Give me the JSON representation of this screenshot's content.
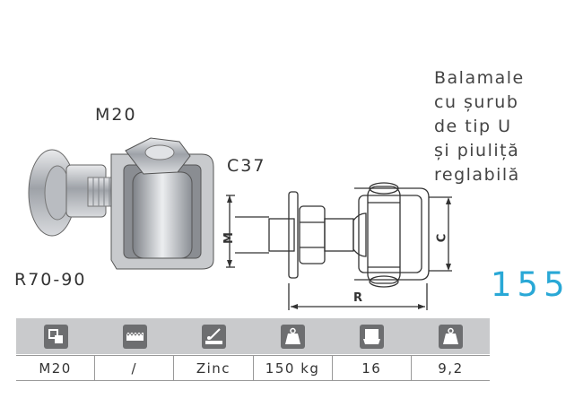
{
  "title": "Balamale\ncu șurub\nde tip U\nși piuliță\nreglabilă",
  "page_number": "155",
  "photo_labels": {
    "thread": "M20",
    "bracket": "C37",
    "range": "R70-90"
  },
  "drawing_labels": {
    "m": "M",
    "c": "C",
    "r": "R"
  },
  "icons": [
    "thread-size-icon",
    "length-icon",
    "finish-icon",
    "load-weight-icon",
    "packaging-icon",
    "unit-weight-icon"
  ],
  "spec_values": [
    "M20",
    "/",
    "Zinc",
    "150 kg",
    "16",
    "9,2"
  ],
  "colors": {
    "accent": "#29a8d6",
    "icon_bar": "#c9cacc",
    "icon_tile": "#6d6e70"
  }
}
